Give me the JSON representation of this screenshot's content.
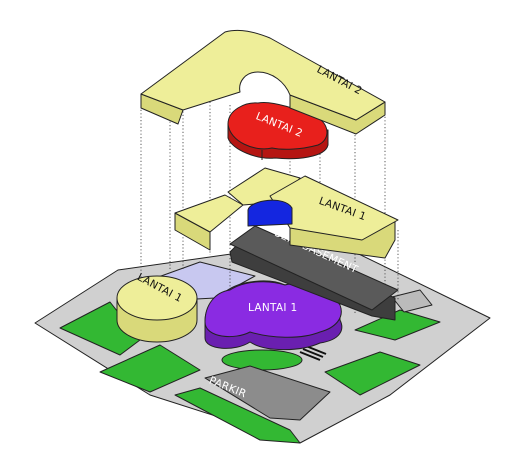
{
  "labels": {
    "lantai2_upper": "LANTAI 2",
    "lantai2_red": "LANTAI 2",
    "lantai1_upper": "LANTAI 1",
    "semi_basement": "SEMI BASEMENT",
    "lantai1_cyl": "LANTAI 1",
    "lantai1_purple": "LANTAI 1",
    "parkir": "PARKIR"
  },
  "colors": {
    "yellow": "#eeee99",
    "yellow_side": "#d9d97a",
    "red": "#e8201c",
    "red_side": "#b51512",
    "purple": "#8a2be2",
    "purple_side": "#6a1fb0",
    "blue": "#1426e0",
    "dark_slab": "#5a5a5a",
    "green": "#33b833",
    "site_gray": "#d0d0d0",
    "lavender": "#c8c8f0",
    "road": "#8c8c8c"
  }
}
